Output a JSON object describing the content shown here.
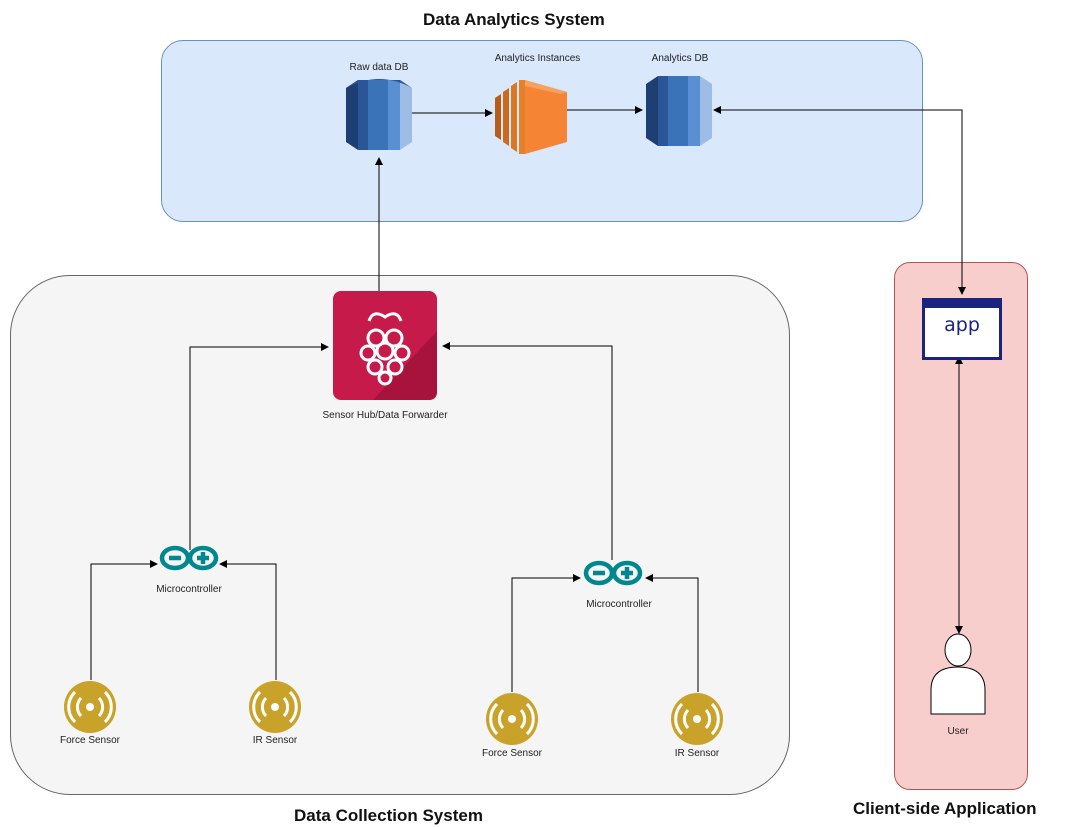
{
  "titles": {
    "analytics": "Data Analytics System",
    "collection": "Data Collection System",
    "client": "Client-side Application"
  },
  "nodes": {
    "raw_db": "Raw data DB",
    "analytics_instances": "Analytics Instances",
    "analytics_db": "Analytics DB",
    "hub": "Sensor Hub/Data Forwarder",
    "micro_left": "Microcontroller",
    "micro_right": "Microcontroller",
    "force_left": "Force Sensor",
    "ir_left": "IR Sensor",
    "force_right": "Force Sensor",
    "ir_right": "IR Sensor",
    "app_text": "app",
    "user": "User"
  },
  "colors": {
    "db_blue": "#3b73b9",
    "instance_orange": "#f58534",
    "raspberry": "#c51a4a",
    "arduino": "#00878f",
    "sensor_gold": "#c9a22a",
    "app_navy": "#1a237e"
  },
  "icons": {
    "database": "database-icon",
    "instances": "compute-instances-icon",
    "raspberry_pi": "raspberry-pi-icon",
    "arduino": "arduino-icon",
    "sensor": "wireless-sensor-icon",
    "app_window": "app-window-icon",
    "user": "user-icon"
  }
}
